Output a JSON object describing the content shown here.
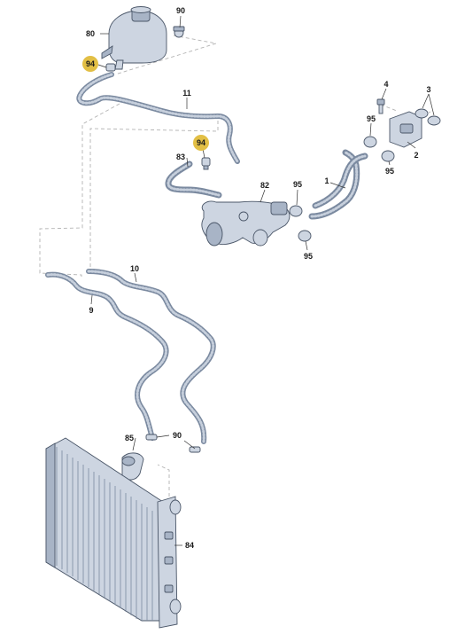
{
  "diagram": {
    "callouts": [
      {
        "id": "80",
        "text": "80",
        "highlighted": false
      },
      {
        "id": "90a",
        "text": "90",
        "highlighted": false
      },
      {
        "id": "94a",
        "text": "94",
        "highlighted": true
      },
      {
        "id": "11",
        "text": "11",
        "highlighted": false
      },
      {
        "id": "4",
        "text": "4",
        "highlighted": false
      },
      {
        "id": "3",
        "text": "3",
        "highlighted": false
      },
      {
        "id": "95a",
        "text": "95",
        "highlighted": false
      },
      {
        "id": "94b",
        "text": "94",
        "highlighted": true
      },
      {
        "id": "83",
        "text": "83",
        "highlighted": false
      },
      {
        "id": "2",
        "text": "2",
        "highlighted": false
      },
      {
        "id": "95b",
        "text": "95",
        "highlighted": false
      },
      {
        "id": "1",
        "text": "1",
        "highlighted": false
      },
      {
        "id": "82",
        "text": "82",
        "highlighted": false
      },
      {
        "id": "95c",
        "text": "95",
        "highlighted": false
      },
      {
        "id": "95d",
        "text": "95",
        "highlighted": false
      },
      {
        "id": "10",
        "text": "10",
        "highlighted": false
      },
      {
        "id": "9",
        "text": "9",
        "highlighted": false
      },
      {
        "id": "85",
        "text": "85",
        "highlighted": false
      },
      {
        "id": "90b",
        "text": "90",
        "highlighted": false
      },
      {
        "id": "84",
        "text": "84",
        "highlighted": false
      }
    ],
    "colors": {
      "highlight": "#e2bf45",
      "part_fill": "#cdd5e1",
      "part_dark": "#a8b4c6",
      "hose": "#7b8aa0",
      "outline": "#4a5668",
      "dashed_line": "#b3b3b3"
    }
  }
}
